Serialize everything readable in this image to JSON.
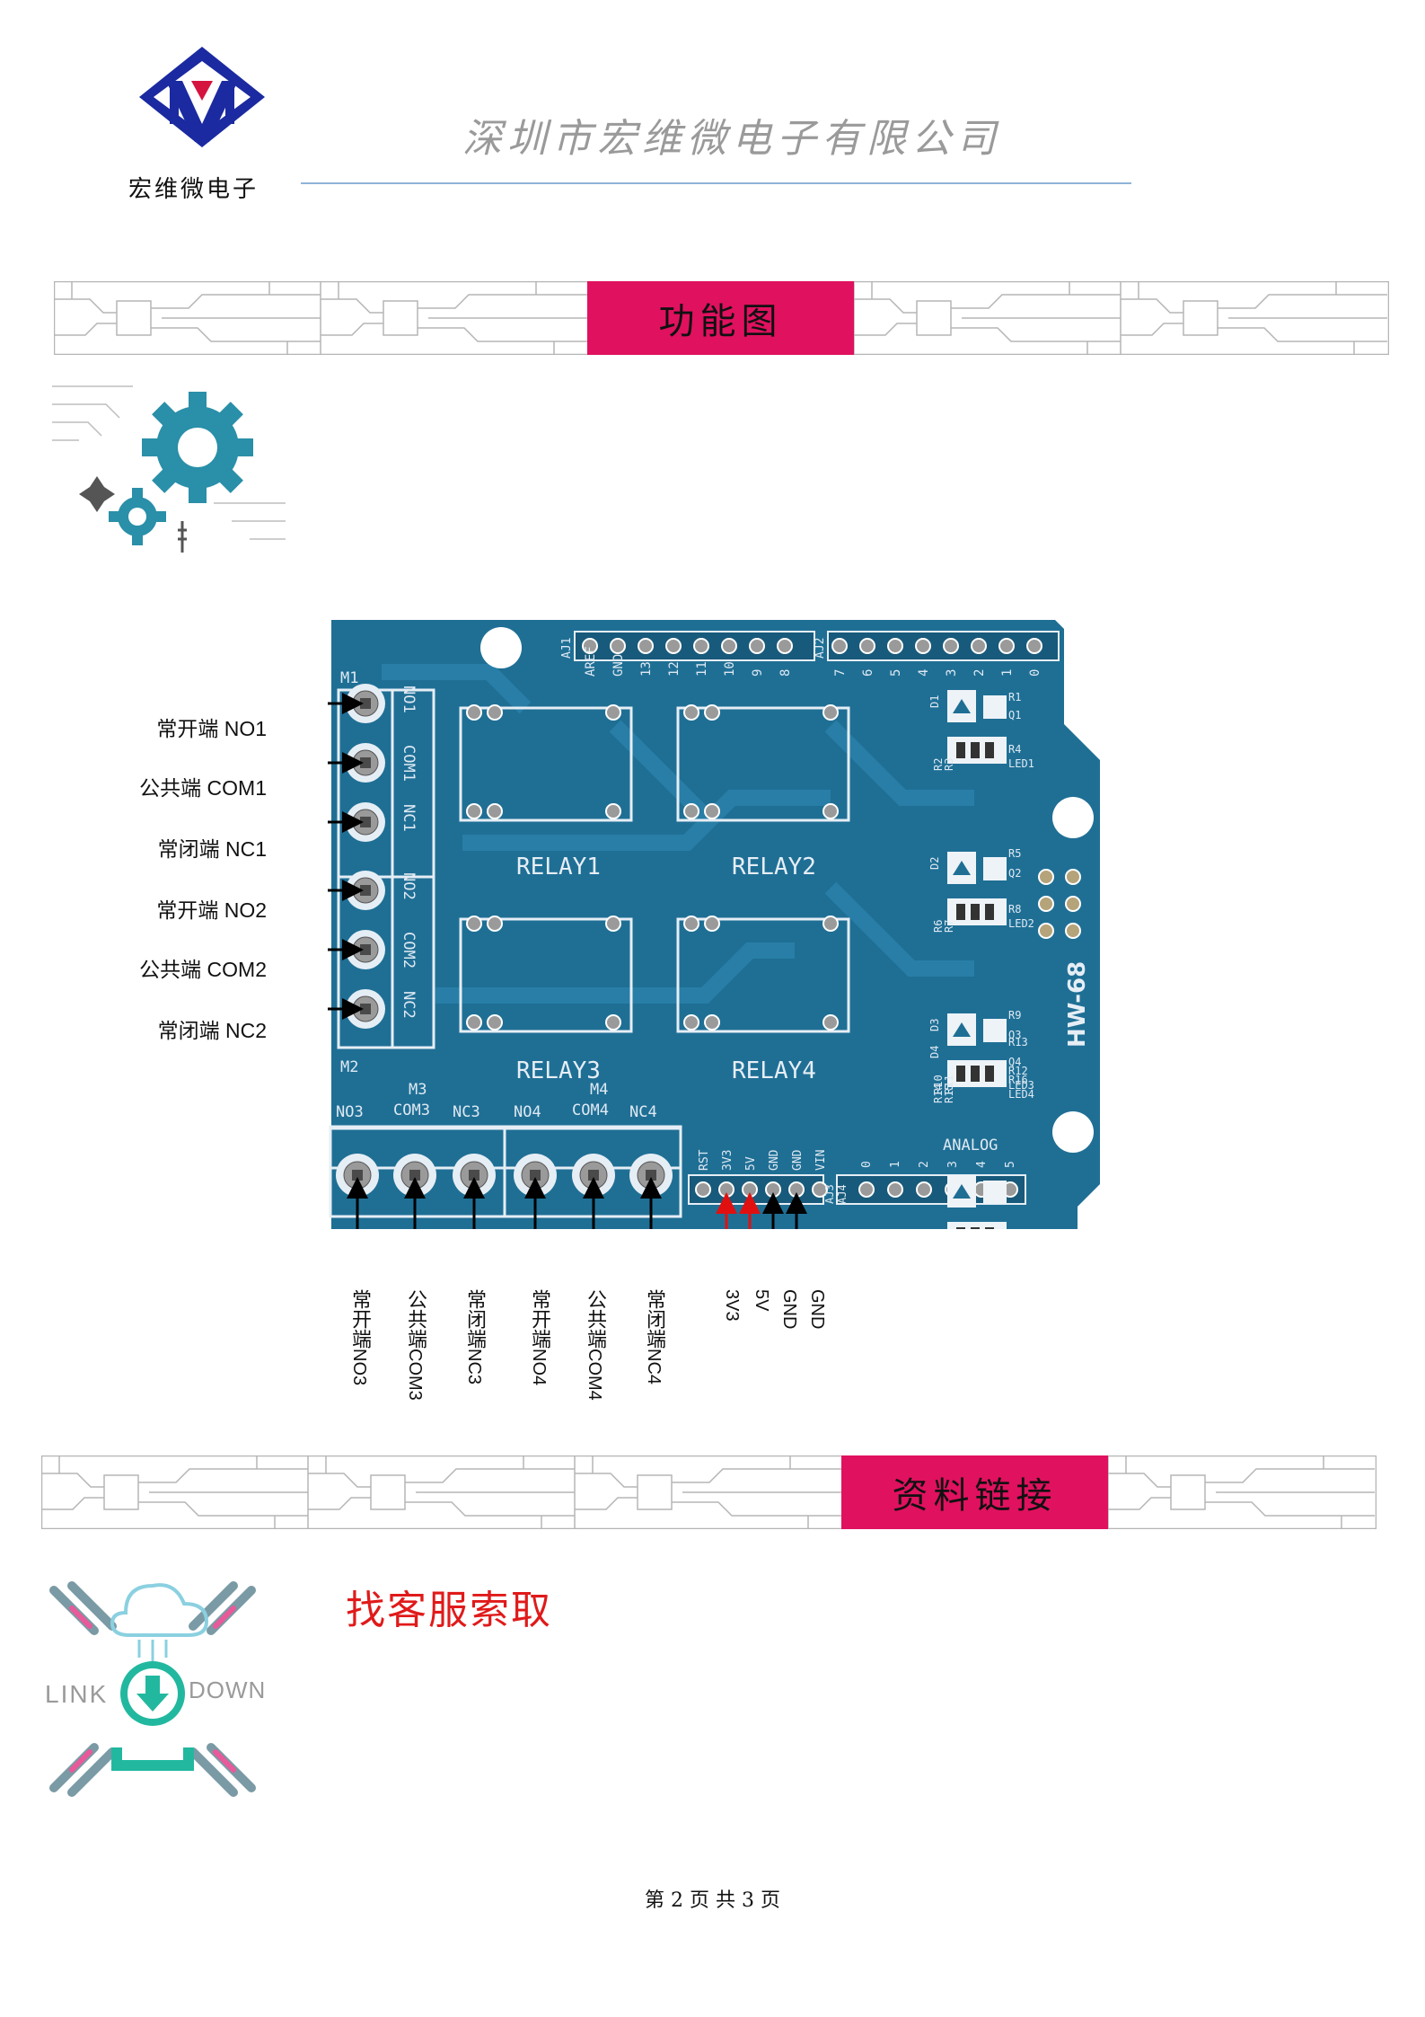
{
  "header": {
    "logo_caption": "宏维微电子",
    "company_name": "深圳市宏维微电子有限公司",
    "brand_color": "#1b2aa0",
    "accent_color": "#d4143f"
  },
  "banner_function": {
    "label": "功能图",
    "highlight_color": "#e0115f"
  },
  "banner_links": {
    "label": "资料链接",
    "highlight_color": "#e0115f"
  },
  "diagram": {
    "board": {
      "model": "HW-68",
      "relays": [
        "RELAY1",
        "RELAY2",
        "RELAY3",
        "RELAY4"
      ],
      "terminal_blocks": [
        "M1",
        "M2",
        "M3",
        "M4"
      ],
      "m1_pins": [
        "NO1",
        "COM1",
        "NC1"
      ],
      "m2_pins": [
        "NO2",
        "COM2",
        "NC2"
      ],
      "m3_pins": [
        "NO3",
        "COM3",
        "NC3"
      ],
      "m4_pins": [
        "NO4",
        "COM4",
        "NC4"
      ],
      "top_header_left": "AJ1",
      "top_header_right": "AJ2",
      "top_pins_left": [
        "AREF",
        "GND",
        "13",
        "12",
        "11",
        "10",
        "9",
        "8"
      ],
      "top_pins_right": [
        "7",
        "6",
        "5",
        "4",
        "3",
        "2",
        "1",
        "0"
      ],
      "power_pins": [
        "RST",
        "3V3",
        "5V",
        "GND",
        "GND",
        "VIN"
      ],
      "analog_label": "ANALOG",
      "analog_headers": [
        "AJ3",
        "AJ4"
      ],
      "analog_pins": [
        "0",
        "1",
        "2",
        "3",
        "4",
        "5"
      ],
      "components": [
        "D1",
        "R1",
        "Q1",
        "R2",
        "R3",
        "R4",
        "LED1",
        "D2",
        "R5",
        "Q2",
        "R6",
        "R7",
        "R8",
        "LED2",
        "D3",
        "R9",
        "Q3",
        "R10",
        "R11",
        "R12",
        "LED3",
        "D4",
        "R13",
        "Q4",
        "R14",
        "R15",
        "R16",
        "LED4"
      ]
    },
    "left_labels": [
      "常开端 NO1",
      "公共端 COM1",
      "常闭端 NC1",
      "常开端 NO2",
      "公共端 COM2",
      "常闭端 NC2"
    ],
    "bottom_labels": [
      {
        "cn": "常开端",
        "en": "NO3"
      },
      {
        "cn": "公共端",
        "en": "COM3"
      },
      {
        "cn": "常闭端",
        "en": "NC3"
      },
      {
        "cn": "常开端",
        "en": "NO4"
      },
      {
        "cn": "公共端",
        "en": "COM4"
      },
      {
        "cn": "常闭端",
        "en": "NC4"
      }
    ],
    "power_labels": [
      "3V3",
      "5V",
      "GND",
      "GND"
    ],
    "arrow_colors": {
      "black": "#000000",
      "red": "#e01010"
    }
  },
  "links_section": {
    "icon_left_text": "LINK",
    "icon_right_text": "DOWN",
    "contact_text": "找客服索取"
  },
  "footer": {
    "page_text": "第 2 页 共 3 页"
  }
}
